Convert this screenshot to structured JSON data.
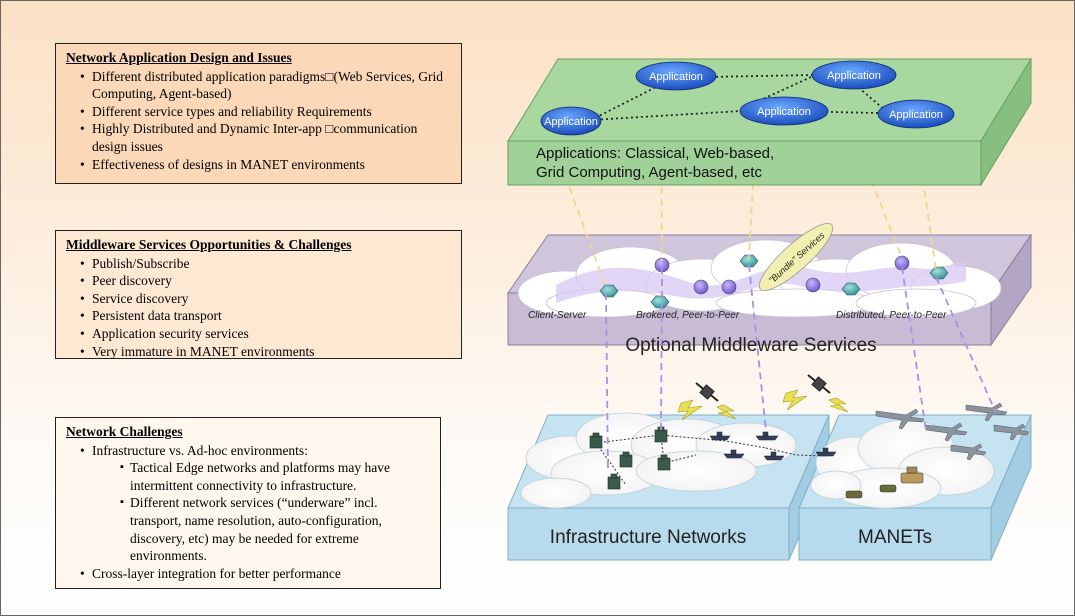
{
  "box_app": {
    "title": "Network Application Design and Issues",
    "items": [
      "Different distributed application paradigms□(Web Services, Grid Computing, Agent-based)",
      "Different service types and reliability Requirements",
      "Highly Distributed and Dynamic Inter-app □communication design issues",
      "Effectiveness of designs in MANET environments"
    ]
  },
  "box_mw": {
    "title": "Middleware Services Opportunities & Challenges",
    "items": [
      "Publish/Subscribe",
      "Peer discovery",
      "Service discovery",
      "Persistent data transport",
      "Application security services",
      "Very immature in MANET environments"
    ]
  },
  "box_net": {
    "title": "Network Challenges",
    "item1": "Infrastructure vs. Ad-hoc environments:",
    "subitems": [
      "Tactical Edge networks and platforms may have intermittent connectivity to infrastructure.",
      "Different network services (“underware” incl. transport, name resolution, auto-configuration, discovery, etc) may be needed for extreme environments."
    ],
    "item2": "Cross-layer integration for better performance"
  },
  "diagram": {
    "app_nodes": [
      "Application",
      "Application",
      "Application",
      "Application",
      "Application"
    ],
    "app_layer_label_line1": "Applications:  Classical, Web-based,",
    "app_layer_label_line2": "Grid Computing, Agent-based, etc",
    "mw_labels": [
      "Client-Server",
      "Brokered, Peer-to-Peer",
      "Distributed, Peer-to-Peer"
    ],
    "bundle_label": "\"Bundle\" Services",
    "mw_layer_label": "Optional Middleware Services",
    "infra_label": "Infrastructure Networks",
    "manet_label": "MANETs",
    "colors": {
      "app_layer": "#a8d8a0",
      "mw_layer": "#c8bcd4",
      "net_layer": "#c5e3f0",
      "app_node": "#2060d0",
      "teal_node": "#3fa8a8",
      "purple_node": "#8a70d8"
    }
  }
}
